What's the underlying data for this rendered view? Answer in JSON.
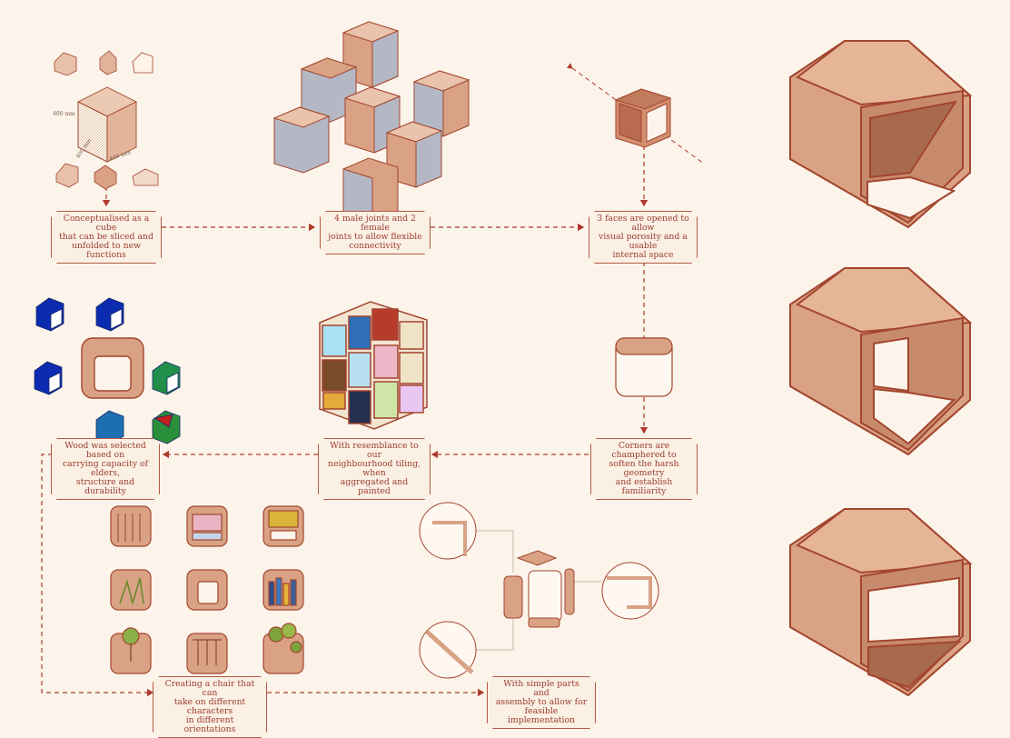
{
  "steps": {
    "concept": [
      "Conceptualised as a cube",
      "that can be sliced and",
      "unfolded to new functions"
    ],
    "joints": [
      "4 male joints and 2 female",
      "joints to allow flexible",
      "connectivity"
    ],
    "faces": [
      "3 faces are opened to allow",
      "visual porosity and a usable",
      "internal space"
    ],
    "corners": [
      "Corners are champhered to",
      "soften the harsh geometry",
      "and establish familiarity"
    ],
    "tiling": [
      "With resemblance to our",
      "neighbourhood tiling, when",
      "aggregated and painted"
    ],
    "wood": [
      "Wood was selected based on",
      "carrying capacity of elders,",
      "structure and durability"
    ],
    "chair": [
      "Creating a chair that can",
      "take on different characters",
      "in different orientations"
    ],
    "parts": [
      "With simple parts and",
      "assembly to allow for",
      "feasible implementation"
    ]
  },
  "dimensions": {
    "height": "400 mm",
    "depth": "400 mm",
    "width": "400 mm"
  },
  "colors": {
    "wood": "#d9a285",
    "wood_dark": "#c07a5c",
    "outline": "#a3452f",
    "arrow": "#b03a2e",
    "background": "#fcf4ea",
    "panel_grey": "#b4b8c4"
  },
  "icons": [
    "cube-slice-icon",
    "joint-cube-icon",
    "open-cube-icon",
    "chamfered-cube-icon",
    "tiling-cube-icon",
    "stress-analysis-icon",
    "chair-variant-icon",
    "assembly-part-icon",
    "stool-render-icon"
  ]
}
